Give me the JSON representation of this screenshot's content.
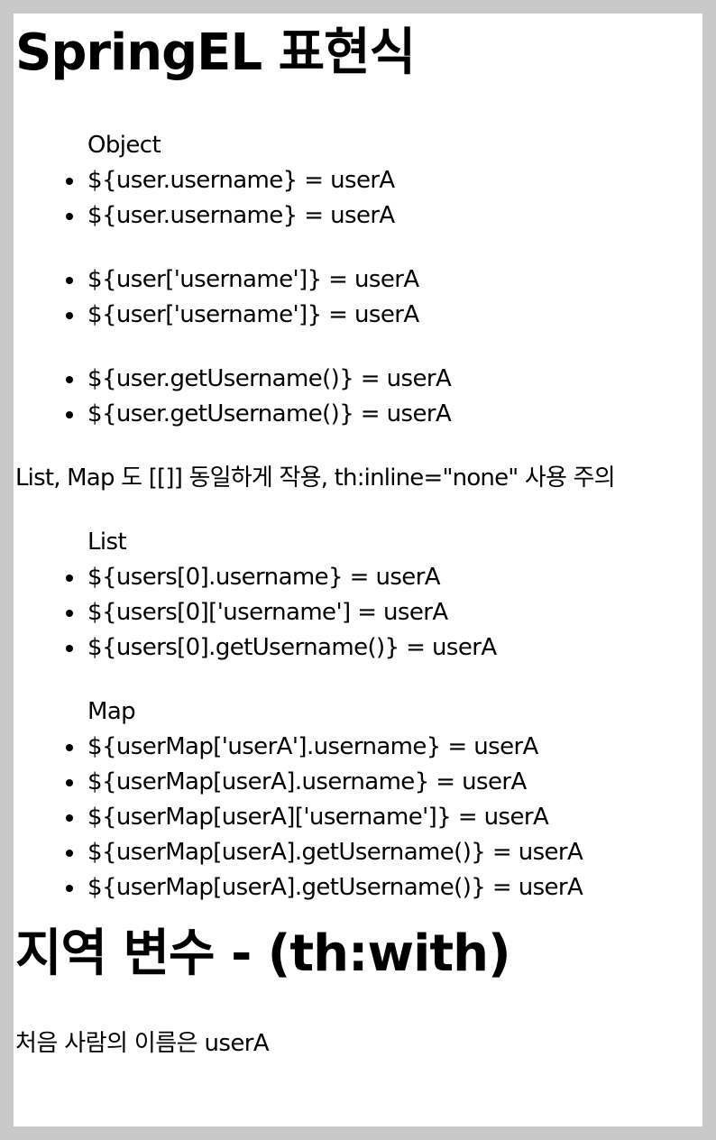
{
  "heading_1": "SpringEL 표현식",
  "object_block": {
    "label": "Object",
    "items": [
      "${user.username} = userA",
      "${user.username} = userA"
    ]
  },
  "bracket_block": {
    "items": [
      "${user['username']} = userA",
      "${user['username']} = userA"
    ]
  },
  "getter_block": {
    "items": [
      "${user.getUsername()} = userA",
      "${user.getUsername()} = userA"
    ]
  },
  "note": "List, Map 도 [[]] 동일하게 작용, th:inline=\"none\" 사용 주의",
  "list_block": {
    "label": "List",
    "items": [
      "${users[0].username} = userA",
      "${users[0]['username'] = userA",
      "${users[0].getUsername()} = userA"
    ]
  },
  "map_block": {
    "label": "Map",
    "items": [
      "${userMap['userA'].username} = userA",
      "${userMap[userA].username} = userA",
      "${userMap[userA]['username']} = userA",
      "${userMap[userA].getUsername()} = userA",
      "${userMap[userA].getUsername()} = userA"
    ]
  },
  "heading_2": "지역 변수 - (th:with)",
  "local_var_text": "처음 사람의 이름은 userA"
}
